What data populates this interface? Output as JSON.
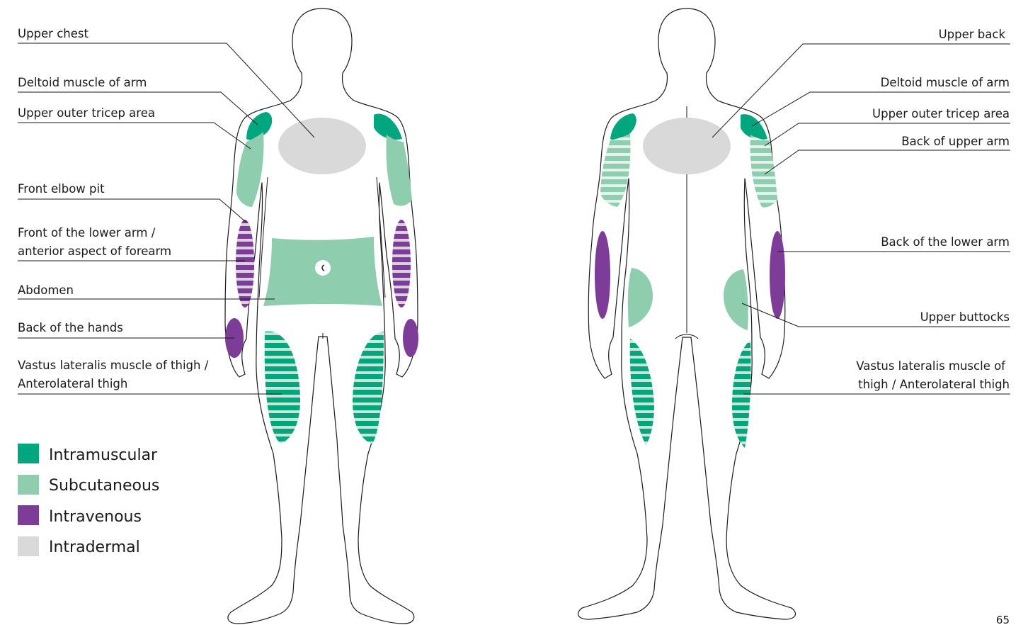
{
  "colors": {
    "intramuscular": "#00a67e",
    "subcutaneous": "#8fcdaf",
    "intravenous": "#7d3c98",
    "intradermal": "#d9d9d9"
  },
  "front_labels": {
    "upper_chest": "Upper chest",
    "deltoid": "Deltoid muscle of arm",
    "tricep": "Upper outer tricep area",
    "elbow_pit": "Front elbow pit",
    "forearm_l1": "Front of the lower arm /",
    "forearm_l2": "anterior aspect of forearm",
    "abdomen": "Abdomen",
    "hands": "Back of the hands",
    "thigh_l1": "Vastus lateralis muscle of thigh /",
    "thigh_l2": "Anterolateral thigh"
  },
  "back_labels": {
    "upper_back": "Upper back",
    "deltoid": "Deltoid muscle of arm",
    "tricep": "Upper outer tricep area",
    "back_upper_arm": "Back of upper arm",
    "back_lower_arm": "Back of the lower arm",
    "buttocks": "Upper buttocks",
    "thigh_l1": "Vastus lateralis muscle of",
    "thigh_l2": "thigh / Anterolateral thigh"
  },
  "legend": [
    {
      "label": "Intramuscular",
      "color_key": "intramuscular"
    },
    {
      "label": "Subcutaneous",
      "color_key": "subcutaneous"
    },
    {
      "label": "Intravenous",
      "color_key": "intravenous"
    },
    {
      "label": "Intradermal",
      "color_key": "intradermal"
    }
  ],
  "page_number": "65"
}
